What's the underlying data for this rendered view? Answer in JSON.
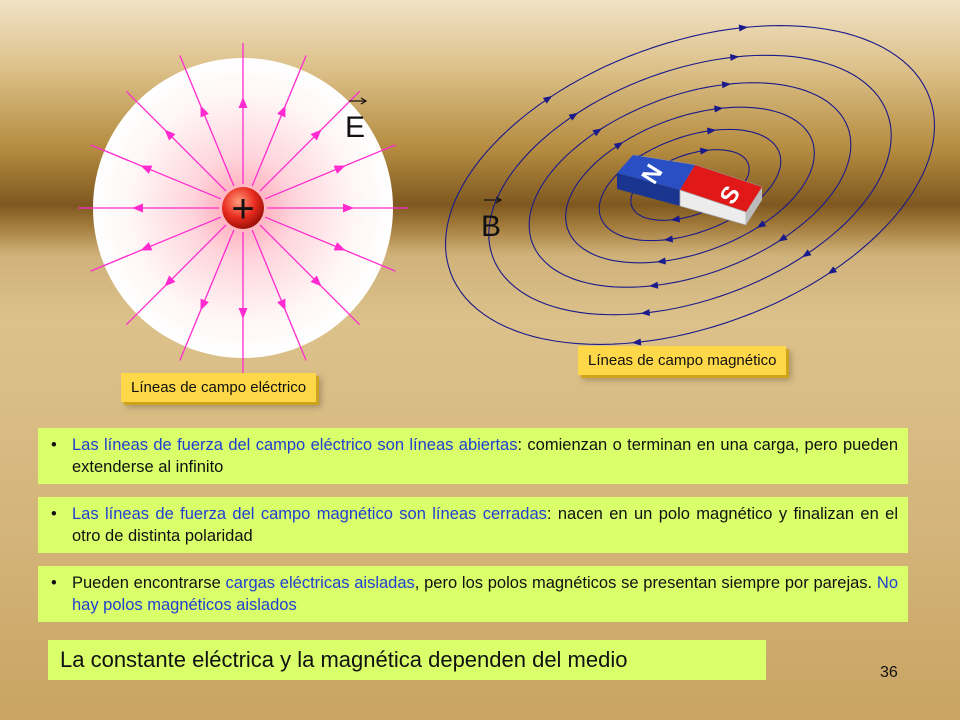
{
  "diagram": {
    "electric_field_symbol": "E",
    "magnetic_field_symbol": "B",
    "positive_charge_symbol": "+",
    "magnet_north": "N",
    "magnet_south": "S",
    "electric_label": "Líneas de campo eléctrico",
    "magnetic_label": "Líneas de campo magnético"
  },
  "statements": [
    {
      "highlight": "Las líneas de fuerza del campo eléctrico son líneas abiertas",
      "rest": ": comienzan o terminan en una carga, pero pueden extenderse al infinito"
    },
    {
      "highlight": "Las líneas de fuerza del campo magnético son líneas cerradas",
      "rest": ": nacen en un polo magnético y finalizan en el otro de distinta polaridad"
    },
    {
      "part1": "Pueden encontrarse ",
      "highlight1": "cargas eléctricas aisladas",
      "part2": ", pero los polos magnéticos se presentan siempre por parejas. ",
      "highlight2": "No hay polos magnéticos aislados"
    }
  ],
  "bullet_symbol": "•",
  "footer_note": "La constante eléctrica y la magnética dependen del medio",
  "page_number": "36",
  "colors": {
    "field_line_electric": "#ff2bd0",
    "field_line_magnetic": "#1a1a8a",
    "label_bg": "#ffd84a",
    "statement_bg": "#d9ff6a",
    "highlight_text": "#1f3fd0",
    "magnet_north": "#2a4fc4",
    "magnet_south": "#e01818",
    "charge": "#e82a1e"
  }
}
